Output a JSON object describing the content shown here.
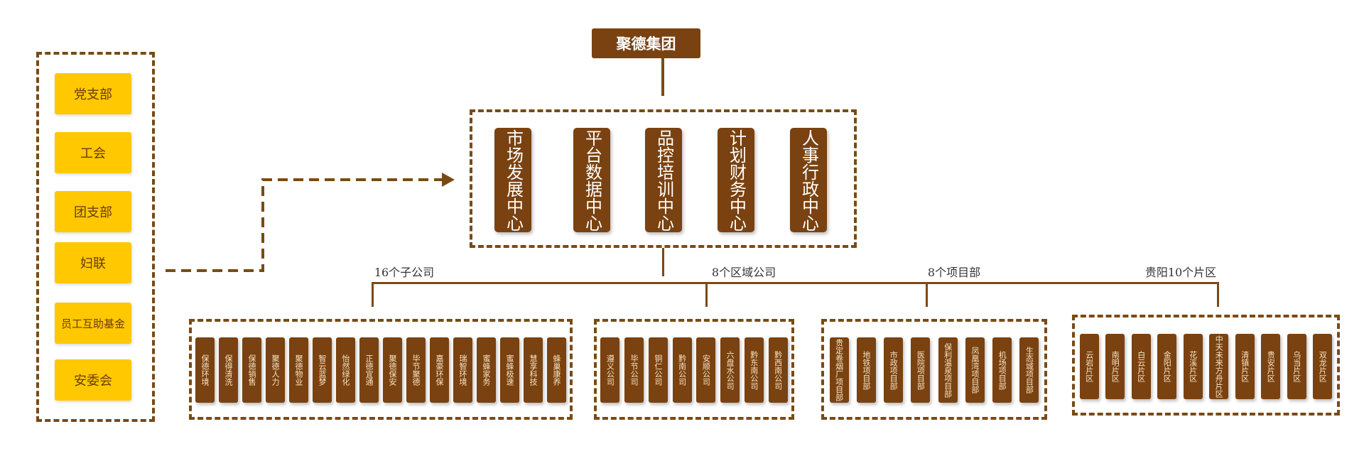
{
  "title": "聚德集团",
  "left_units": [
    "党支部",
    "工会",
    "团支部",
    "妇联",
    "员工互助基金",
    "安委会"
  ],
  "centers": [
    "市场发展中心",
    "平台数据中心",
    "品控培训中心",
    "计划财务中心",
    "人事行政中心"
  ],
  "groups": [
    {
      "label": "16个子公司",
      "items": [
        "保德环境",
        "保得清洗",
        "保德销售",
        "聚德人力",
        "聚德物业",
        "智云蓝梦",
        "怡然绿化",
        "正德宜通",
        "聚德保安",
        "毕节聚德",
        "嘉豪环保",
        "瑞智环境",
        "蜜蜂家务",
        "蜜蜂极速",
        "慧享科技",
        "蜂巢康养"
      ]
    },
    {
      "label": "8个区域公司",
      "items": [
        "遵义公司",
        "毕节公司",
        "铜仁公司",
        "黔南公司",
        "安顺公司",
        "六盘水公司",
        "黔东南公司",
        "黔西南公司"
      ]
    },
    {
      "label": "8个项目部",
      "items": [
        "贵定卷烟厂项目部",
        "地铁项目部",
        "市政项目部",
        "医院项目部",
        "保利温泉项目部",
        "凤凰湾项目部",
        "机场项目部",
        "生态城项目部"
      ]
    },
    {
      "label": "贵阳10个片区",
      "items": [
        "云岩片区",
        "南明片区",
        "白云片区",
        "金阳片区",
        "花溪片区",
        "中天未来方舟片区",
        "清镇片区",
        "贵安片区",
        "乌当片区",
        "双龙片区"
      ]
    }
  ]
}
